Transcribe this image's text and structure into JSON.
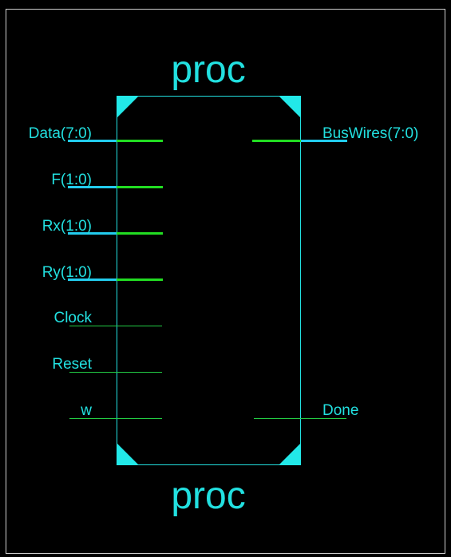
{
  "component": {
    "name_top": "proc",
    "name_bottom": "proc"
  },
  "colors": {
    "background": "#000000",
    "frame": "#cfcfcf",
    "outline": "#22e0e0",
    "text": "#22e0e0",
    "bus_wire": "#22dd22",
    "pin_stub": "#22ccee",
    "signal_wire": "#22cc44",
    "corner": "#22e8e8"
  },
  "pins": {
    "data": "Data(7:0)",
    "f": "F(1:0)",
    "rx": "Rx(1:0)",
    "ry": "Ry(1:0)",
    "clock": "Clock",
    "reset": "Reset",
    "w": "w",
    "buswires": "BusWires(7:0)",
    "done": "Done"
  }
}
